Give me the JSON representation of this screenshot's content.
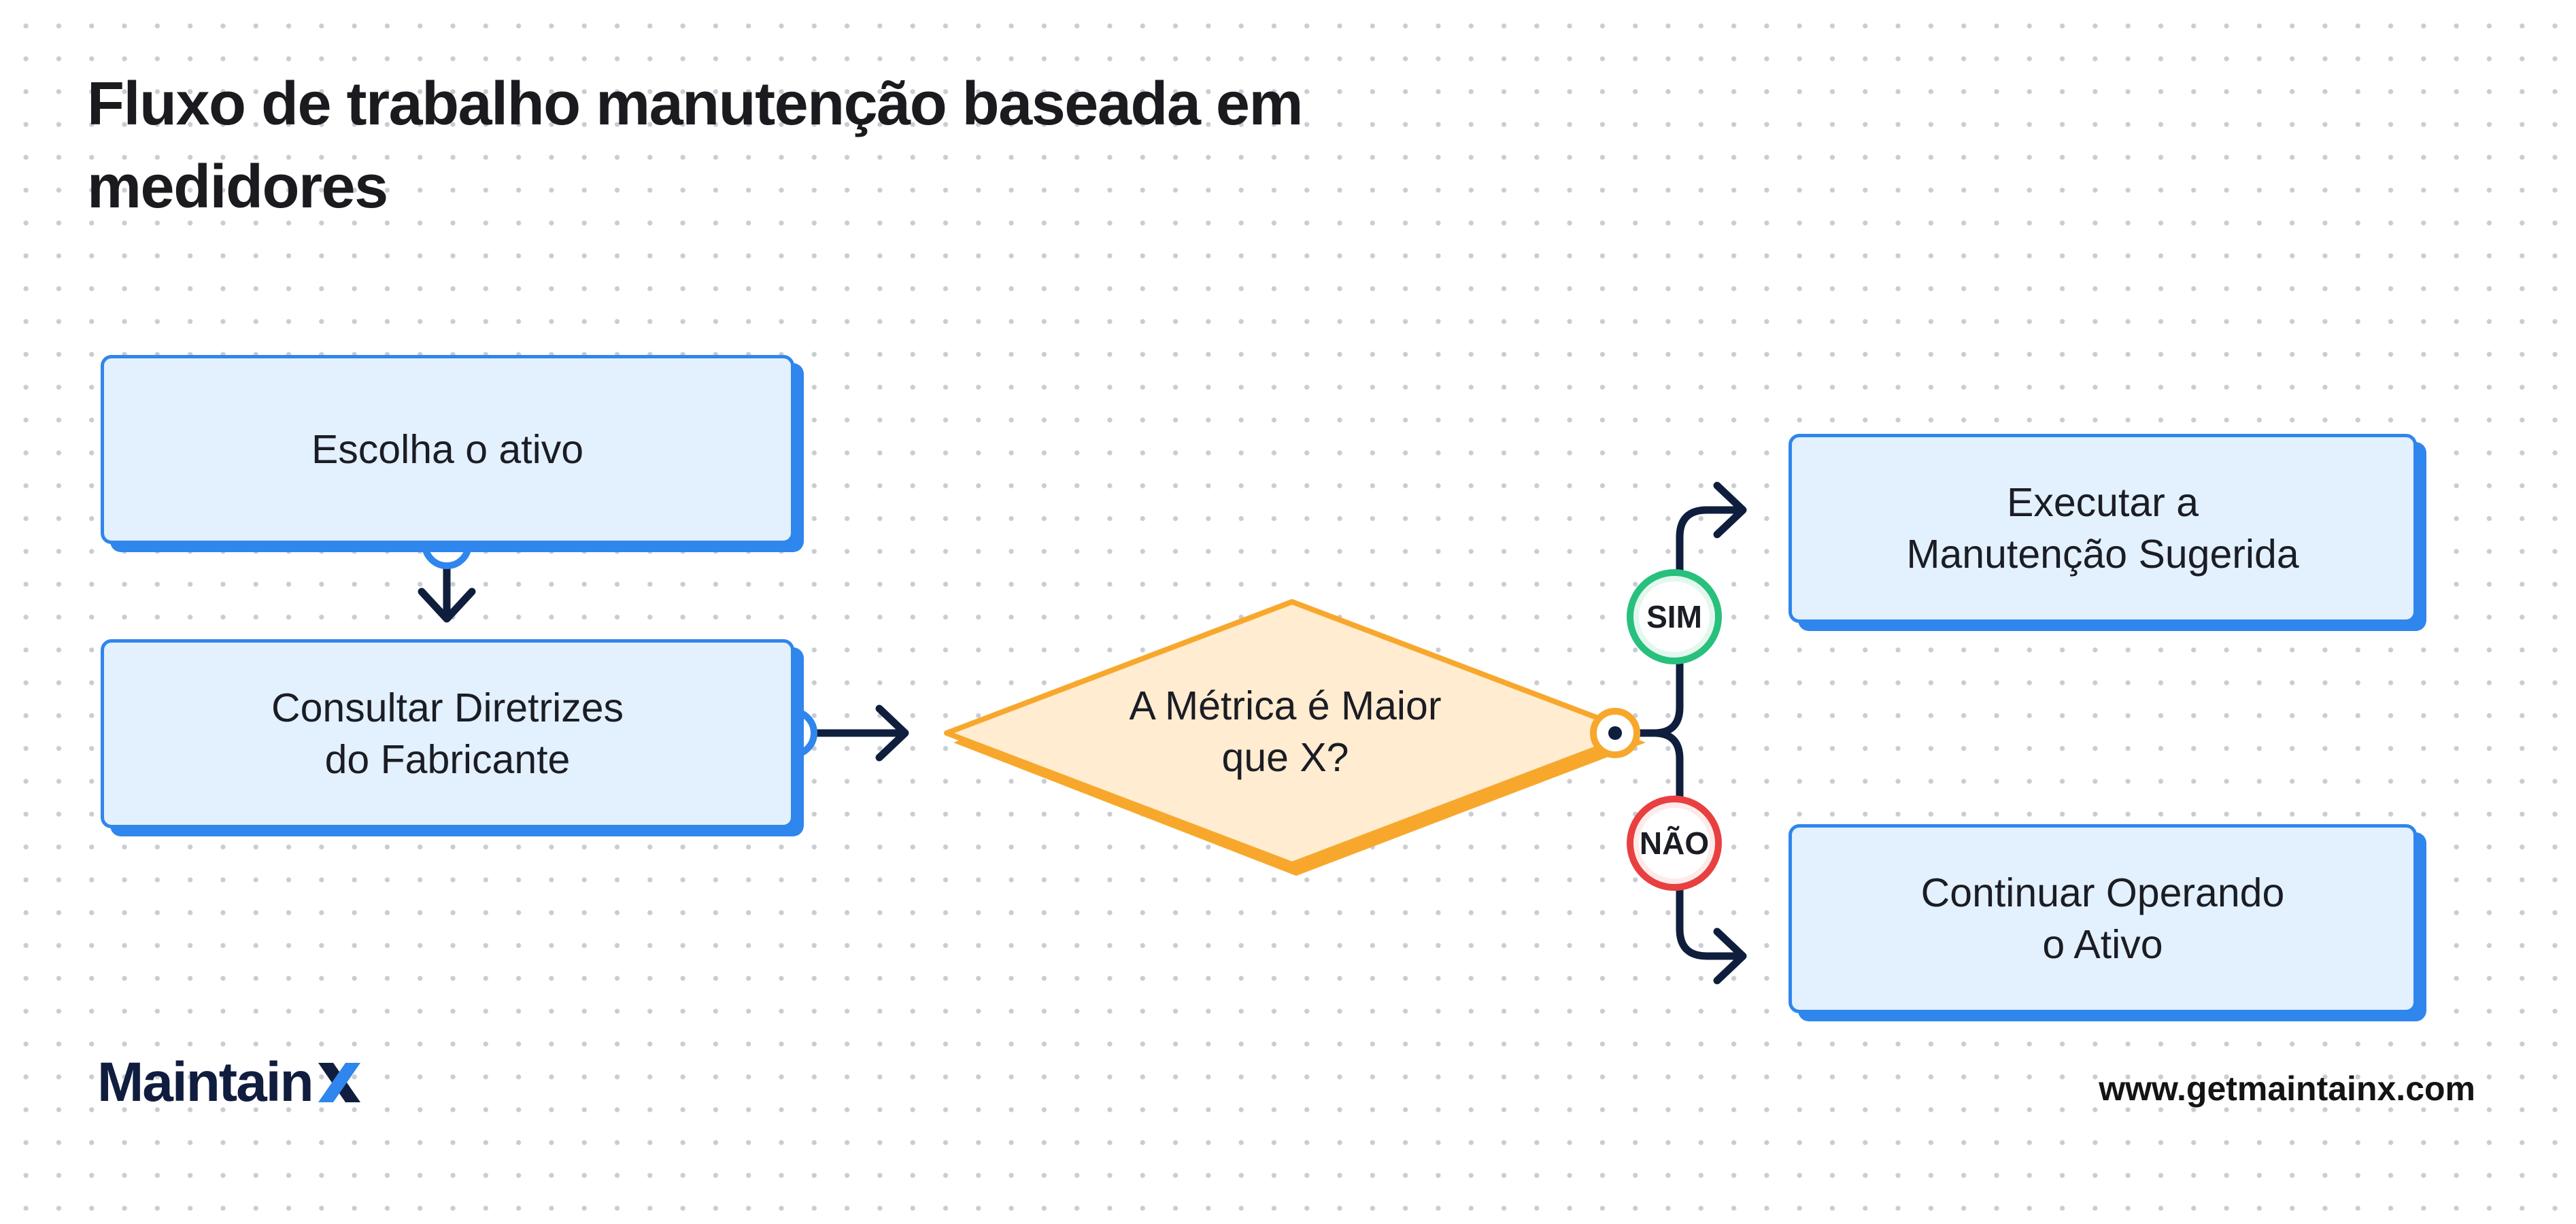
{
  "title": "Fluxo de trabalho manutenção baseada em medidores",
  "nodes": {
    "choose_asset": "Escolha o ativo",
    "consult_guidelines": "Consultar Diretrizes\ndo Fabricante",
    "decision": "A Métrica é Maior\nque X?",
    "execute_maintenance": "Executar a\nManutenção Sugerida",
    "continue_operating": "Continuar Operando\no Ativo"
  },
  "branches": {
    "yes": "SIM",
    "no": "NÃO"
  },
  "footer": {
    "brand": "Maintain",
    "url": "www.getmaintainx.com"
  },
  "colors": {
    "box_fill": "#e3f0fd",
    "box_border": "#2f86ec",
    "decision_fill": "#ffecd1",
    "decision_border": "#f7a82c",
    "connector": "#0f1e3d",
    "yes": "#27c07d",
    "no": "#e84040",
    "brand_navy": "#101d3f",
    "brand_blue": "#2f86ec"
  }
}
